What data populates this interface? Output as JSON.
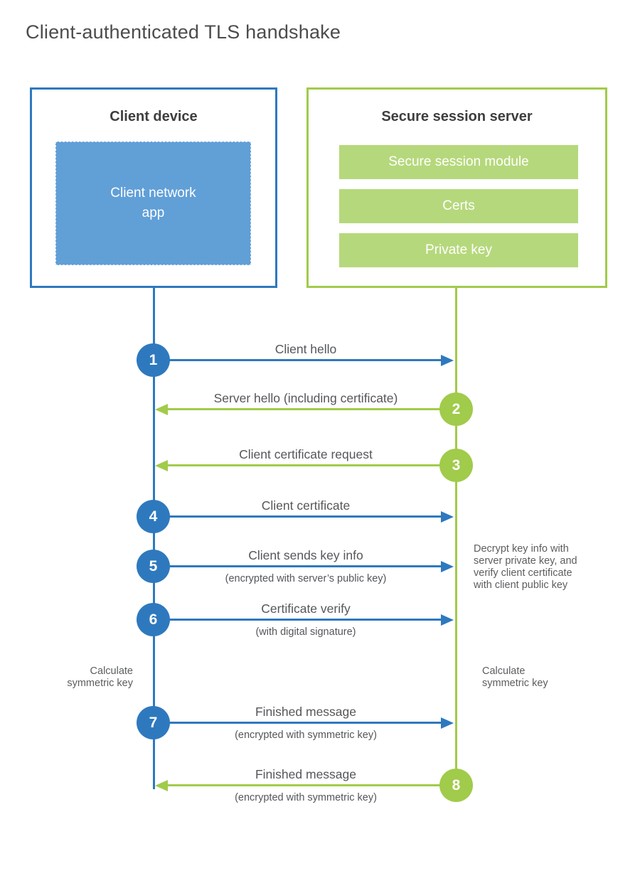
{
  "title": "Client-authenticated TLS handshake",
  "client": {
    "title": "Client device",
    "app_label": "Client network\napp"
  },
  "server": {
    "title": "Secure session server",
    "modules": [
      "Secure session module",
      "Certs",
      "Private key"
    ]
  },
  "steps": [
    {
      "num": "1",
      "label": "Client hello",
      "sub": "",
      "from": "client",
      "direction": "right"
    },
    {
      "num": "2",
      "label": "Server hello (including certificate)",
      "sub": "",
      "from": "server",
      "direction": "left"
    },
    {
      "num": "3",
      "label": "Client certificate request",
      "sub": "",
      "from": "server",
      "direction": "left"
    },
    {
      "num": "4",
      "label": "Client certificate",
      "sub": "",
      "from": "client",
      "direction": "right"
    },
    {
      "num": "5",
      "label": "Client sends key info",
      "sub": "(encrypted with server’s public key)",
      "from": "client",
      "direction": "right"
    },
    {
      "num": "6",
      "label": "Certificate verify",
      "sub": "(with digital signature)",
      "from": "client",
      "direction": "right"
    },
    {
      "num": "7",
      "label": "Finished message",
      "sub": "(encrypted with symmetric key)",
      "from": "client",
      "direction": "right"
    },
    {
      "num": "8",
      "label": "Finished message",
      "sub": "(encrypted with symmetric key)",
      "from": "server",
      "direction": "left"
    }
  ],
  "notes": {
    "decrypt": "Decrypt key info with\nserver private key, and\nverify client certificate\nwith client public key",
    "calc_left": "Calculate\nsymmetric key",
    "calc_right": "Calculate\nsymmetric key"
  },
  "colors": {
    "blue_stroke": "#2E79BE",
    "blue_fill": "#619FD7",
    "green_stroke": "#A1CB4A",
    "green_fill": "#B6D87C",
    "text_gray": "#54565a"
  }
}
